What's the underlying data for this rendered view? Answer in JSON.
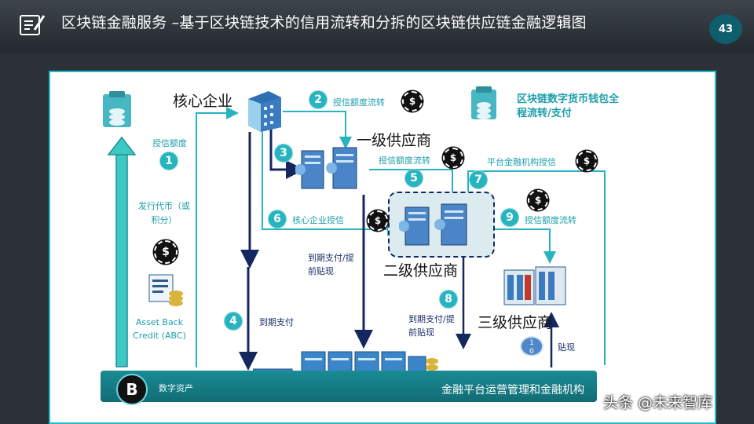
{
  "header": {
    "title": "区块链金融服务 –基于区块链技术的信用流转和分拆的区块链供应链金融逻辑图",
    "page_number": "43"
  },
  "nodes": {
    "core": "核心企业",
    "tier1": "一级供应商",
    "tier2": "二级供应商",
    "tier3": "三级供应商",
    "wallet": "区块链数字货币钱包全程流转/支付",
    "platform": "金融平台运营管理和金融机构",
    "digital_asset": "数字资产",
    "abc": "Asset Back Credit (ABC)"
  },
  "flows": {
    "f1": "授信额度",
    "f2": "授信额度流转",
    "f3": "授信额度流转",
    "issue": "发行代币（或积分）",
    "f6": "核心企业授信",
    "f7": "平台金融机构授信",
    "f9": "授信额度流转",
    "pay_left": "到期支付/提前贴现",
    "f4": "到期支付",
    "pay_right": "到期支付/提前贴现",
    "discount": "贴现"
  },
  "step_numbers": [
    "1",
    "2",
    "3",
    "4",
    "5",
    "6",
    "7",
    "8",
    "9"
  ],
  "coin_symbol": "$",
  "btc_symbol": "B",
  "badge_digits": [
    "1",
    "0"
  ],
  "watermark": "头条 @未来智库",
  "colors": {
    "teal": "#27b4bf",
    "navy": "#14275e",
    "header": "#2f363c",
    "accent_border": "#22b9c9"
  }
}
